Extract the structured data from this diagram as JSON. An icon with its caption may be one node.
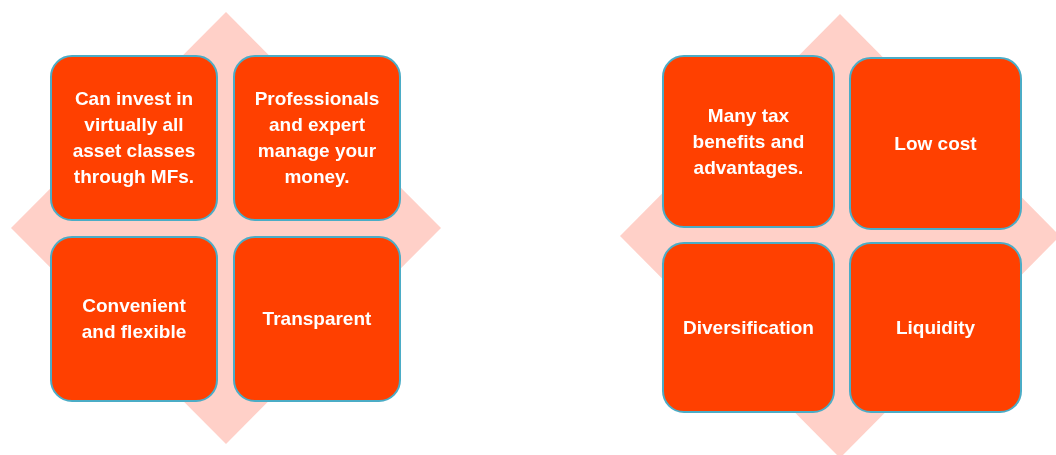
{
  "diagram": {
    "nodes": [
      {
        "text": [
          "Can invest in virtually all asset classes through MFs."
        ]
      },
      {
        "text": [
          "Professionals and expert manage your money."
        ]
      },
      {
        "text": [
          "Convenient and flexible"
        ]
      },
      {
        "text": [
          "Transparent"
        ]
      },
      {
        "text": [
          "Many tax benefits and advantages."
        ]
      },
      {
        "text": [
          "Low cost"
        ]
      },
      {
        "text": [
          "Diversification"
        ]
      },
      {
        "text": [
          "Liquidity"
        ]
      }
    ]
  }
}
